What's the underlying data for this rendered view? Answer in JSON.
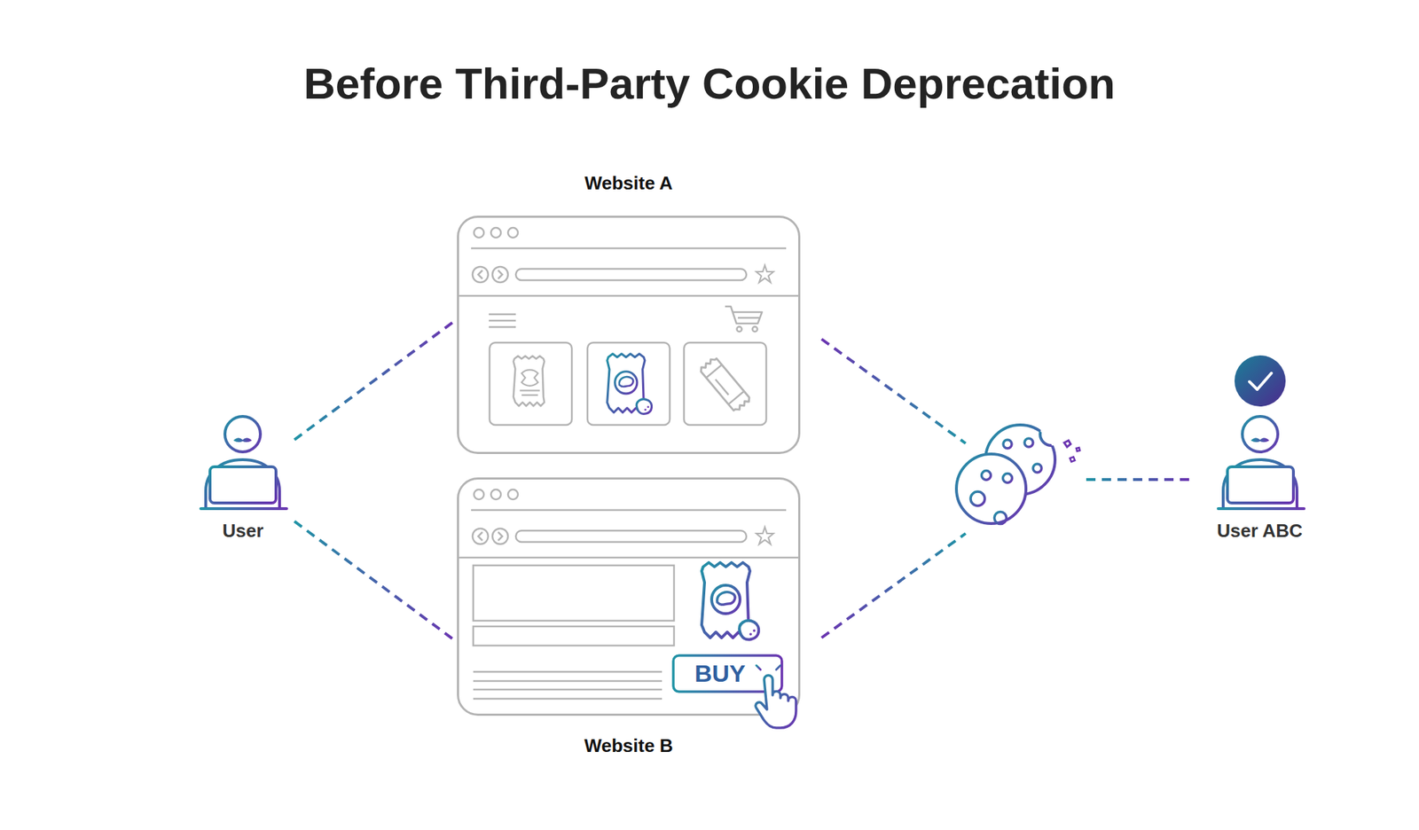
{
  "diagram": {
    "title": "Before Third-Party Cookie Deprecation",
    "nodes": [
      {
        "text": [
          "User"
        ]
      },
      {
        "text": [
          "Website A"
        ]
      },
      {
        "text": [
          "Website B"
        ]
      },
      {
        "text": [
          "BUY"
        ],
        "in": 2
      },
      {
        "text": [
          "User ABC"
        ]
      }
    ],
    "edges": [
      {
        "from": 0,
        "to": 1,
        "arrow": "none"
      },
      {
        "from": 0,
        "to": 2,
        "arrow": "none"
      }
    ]
  }
}
